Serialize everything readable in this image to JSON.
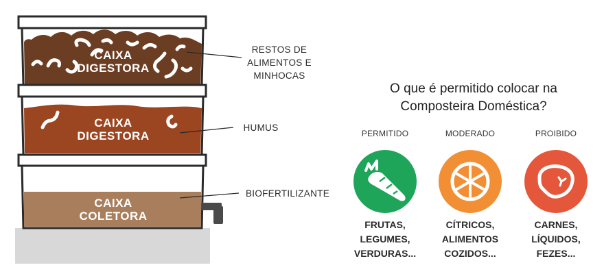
{
  "colors": {
    "box_frame": "#2a2a2a",
    "soil_top": "#6b3d22",
    "soil_middle": "#9b4521",
    "soil_bottom": "#a87e5c",
    "base": "#d8d8d8",
    "permitted": "#1fa55a",
    "moderate": "#f28f35",
    "forbidden": "#e5573b"
  },
  "boxes": [
    {
      "label_line1": "CAIXA",
      "label_line2": "DIGESTORA"
    },
    {
      "label_line1": "CAIXA",
      "label_line2": "DIGESTORA"
    },
    {
      "label_line1": "CAIXA",
      "label_line2": "COLETORA"
    }
  ],
  "callouts": {
    "top": {
      "line1": "RESTOS DE",
      "line2": "ALIMENTOS E",
      "line3": "MINHOCAS"
    },
    "middle": "HUMUS",
    "bottom": "BIOFERTILIZANTE"
  },
  "question": {
    "line1": "O que é permitido colocar na",
    "line2": "Composteira Doméstica?"
  },
  "categories": [
    {
      "title": "PERMITIDO",
      "icon": "carrot-icon",
      "items": [
        "FRUTAS,",
        "LEGUMES,",
        "VERDURAS..."
      ]
    },
    {
      "title": "MODERADO",
      "icon": "citrus-slice-icon",
      "items": [
        "CÍTRICOS,",
        "ALIMENTOS",
        "COZIDOS..."
      ]
    },
    {
      "title": "PROIBIDO",
      "icon": "steak-icon",
      "items": [
        "CARNES,",
        "LÍQUIDOS,",
        "FEZES..."
      ]
    }
  ]
}
